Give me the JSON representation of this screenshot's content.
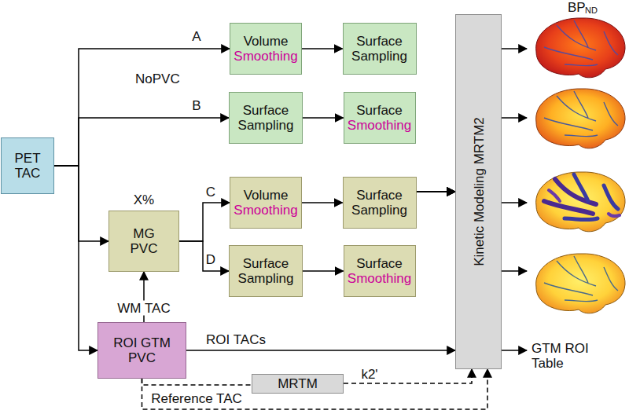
{
  "diagram": {
    "nodes": [
      {
        "text": [
          "PET TAC"
        ]
      },
      {
        "text": [
          "Volume",
          "Smoothing"
        ]
      },
      {
        "text": [
          "Surface Sampling"
        ]
      },
      {
        "text": [
          "Surface Sampling"
        ]
      },
      {
        "text": [
          "Surface",
          "Smoothing"
        ]
      },
      {
        "text": [
          "X%",
          "MG PVC"
        ]
      },
      {
        "text": [
          "Volume",
          "Smoothing"
        ]
      },
      {
        "text": [
          "Surface Sampling"
        ]
      },
      {
        "text": [
          "Surface Sampling"
        ]
      },
      {
        "text": [
          "Surface",
          "Smoothing"
        ]
      },
      {
        "text": [
          "ROI GTM PVC"
        ]
      },
      {
        "text": [
          "MRTM"
        ]
      },
      {
        "text": [
          "Kinetic Modeling MRTM2"
        ]
      }
    ],
    "edges": [
      {
        "from": 0,
        "to": 1,
        "label": "A",
        "arrow": "to"
      },
      {
        "from": 1,
        "to": 2,
        "arrow": "to"
      },
      {
        "from": 2,
        "to": 12,
        "arrow": "to"
      },
      {
        "from": 0,
        "to": 3,
        "label": "B",
        "arrow": "to"
      },
      {
        "from": 3,
        "to": 4,
        "arrow": "to"
      },
      {
        "from": 4,
        "to": 12,
        "arrow": "to"
      },
      {
        "from": 0,
        "to": 5,
        "arrow": "to"
      },
      {
        "from": 5,
        "to": 6,
        "label": "C",
        "arrow": "to"
      },
      {
        "from": 6,
        "to": 7,
        "arrow": "to"
      },
      {
        "from": 7,
        "to": 12,
        "arrow": "to"
      },
      {
        "from": 5,
        "to": 8,
        "label": "D",
        "arrow": "to"
      },
      {
        "from": 8,
        "to": 9,
        "arrow": "to"
      },
      {
        "from": 9,
        "to": 12,
        "arrow": "to"
      },
      {
        "from": 0,
        "to": 10,
        "arrow": "to"
      },
      {
        "from": 10,
        "to": 5,
        "label": "WM TAC",
        "arrow": "to"
      },
      {
        "from": 10,
        "to": 12,
        "label": "ROI TACs",
        "arrow": "to"
      },
      {
        "from": 10,
        "to": 11,
        "arrow": "none"
      },
      {
        "from": 10,
        "to": 12,
        "label": "Reference TAC",
        "arrow": "to"
      },
      {
        "from": 11,
        "to": 12,
        "label": "k2'",
        "arrow": "to"
      }
    ],
    "labels": [
      "NoPVC",
      "BP",
      "ND",
      "GTM ROI Table"
    ]
  }
}
